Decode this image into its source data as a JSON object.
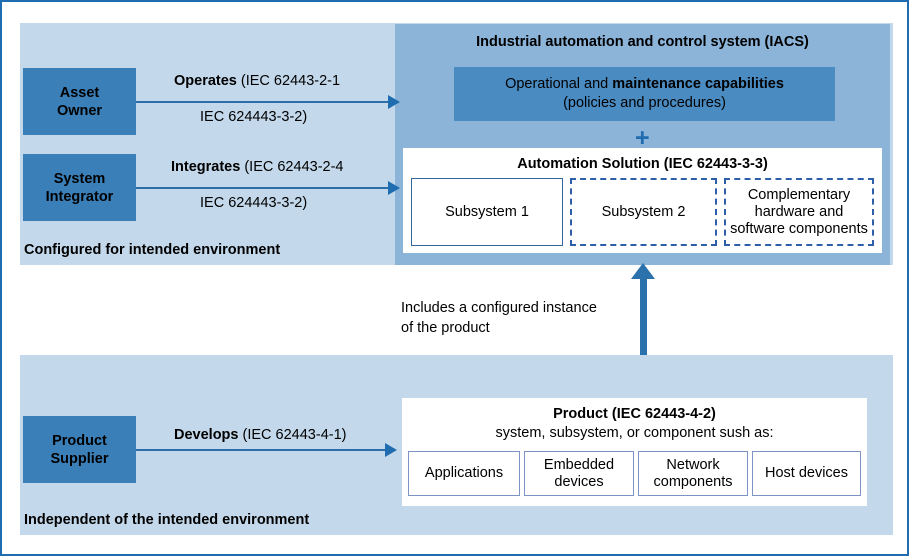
{
  "diagram": {
    "title": "IEC 62443 roles and responsibilities diagram",
    "colors": {
      "frame_border": "#1f6cb0",
      "panel_light": "#c3d8ea",
      "panel_iacs": "#8cb3d8",
      "role_box": "#3b7fb8",
      "capabilities_box": "#4a8cc2",
      "arrow": "#2b72ac",
      "dashed_border": "#2c5fa8"
    }
  },
  "top_panel": {
    "roles": [
      {
        "id": "asset-owner",
        "line1": "Asset",
        "line2": "Owner"
      },
      {
        "id": "system-integrator",
        "line1": "System",
        "line2": "Integrator"
      }
    ],
    "arrows": [
      {
        "id": "operates",
        "verb": "Operates",
        "standard_top": "(IEC 62443-2-1",
        "standard_bottom": "IEC 624443-3-2)"
      },
      {
        "id": "integrates",
        "verb": "Integrates",
        "standard_top": "(IEC 62443-2-4",
        "standard_bottom": "IEC 624443-3-2)"
      }
    ],
    "footnote": "Configured for intended environment",
    "iacs": {
      "title": "Industrial automation and control system (IACS)",
      "capabilities": {
        "line1_normal": "Operational and ",
        "line1_bold": "maintenance capabilities",
        "line2": "(policies and procedures)"
      },
      "plus": "+",
      "automation_solution": {
        "title": "Automation Solution (IEC 62443-3-3)",
        "cells": [
          {
            "label": "Subsystem 1",
            "style": "solid"
          },
          {
            "label": "Subsystem 2",
            "style": "dashed"
          },
          {
            "label": "Complementary hardware and software components",
            "style": "dashed"
          }
        ]
      }
    }
  },
  "middle": {
    "note_line1": "Includes a configured instance",
    "note_line2": "of the product"
  },
  "bottom_panel": {
    "role": {
      "id": "product-supplier",
      "line1": "Product",
      "line2": "Supplier"
    },
    "arrow": {
      "id": "develops",
      "verb": "Develops",
      "standard": "(IEC 62443-4-1)"
    },
    "footnote": "Independent of the intended environment",
    "product": {
      "title": "Product (IEC 62443-4-2)",
      "subtitle": "system, subsystem, or component sush as:",
      "cells": [
        {
          "label": "Applications"
        },
        {
          "label": "Embedded devices"
        },
        {
          "label": "Network components"
        },
        {
          "label": "Host devices"
        }
      ]
    }
  }
}
